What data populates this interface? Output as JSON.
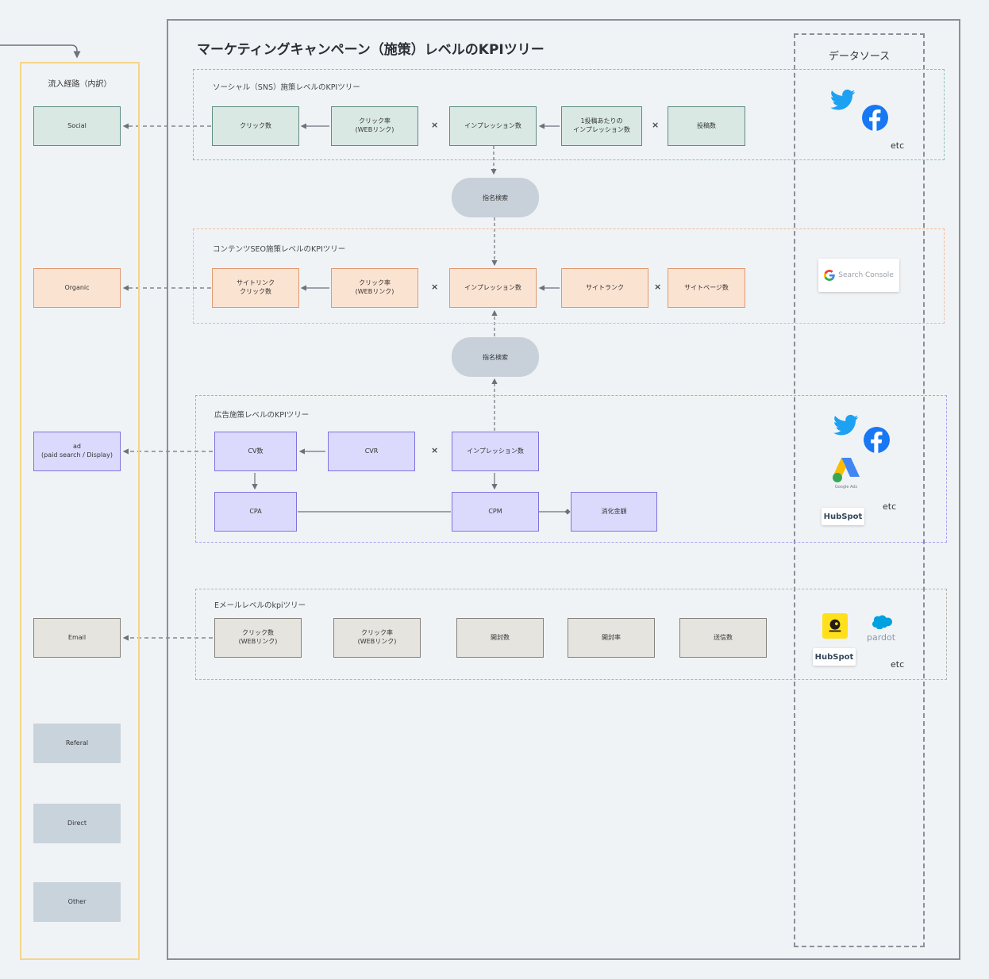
{
  "title": "マーケティングキャンペーン（施策）レベルのKPIツリー",
  "channels": {
    "title": "流入経路（内訳）",
    "social": "Social",
    "organic": "Organic",
    "ad": "ad\n(paid search / Display)",
    "email": "Email",
    "referal": "Referal",
    "direct": "Direct",
    "other": "Other"
  },
  "sources": {
    "title": "データソース",
    "etc": "etc",
    "search_console": "Search Console",
    "google_ads": "Google Ads",
    "hubspot": "HubSpot",
    "pardot": "pardot",
    "mailchimp": "mailchimp",
    "salesforce": "salesforce"
  },
  "social": {
    "label": "ソーシャル（SNS）施策レベルのKPIツリー",
    "clicks": "クリック数",
    "ctr": "クリック率\n(WEBリンク)",
    "impressions": "インプレッション数",
    "impr_per_post": "1投稿あたりの\nインプレッション数",
    "posts": "投稿数"
  },
  "brand_search_1": "指名検索",
  "brand_search_2": "指名検索",
  "seo": {
    "label": "コンテンツSEO施策レベルのKPIツリー",
    "site_clicks": "サイトリンク\nクリック数",
    "ctr": "クリック率\n(WEBリンク)",
    "impressions": "インプレッション数",
    "site_rank": "サイトランク",
    "pages": "サイトページ数"
  },
  "ad": {
    "label": "広告施策レベルのKPIツリー",
    "cv": "CV数",
    "cvr": "CVR",
    "impressions": "インプレッション数",
    "cpa": "CPA",
    "cpm": "CPM",
    "spend": "消化金額"
  },
  "mail": {
    "label": "Eメールレベルのkpiツリー",
    "clicks": "クリック数\n(WEBリンク)",
    "ctr": "クリック率\n(WEBリンク)",
    "opens": "開封数",
    "open_rate": "開封率",
    "sends": "送信数"
  },
  "times_symbol": "×",
  "colors": {
    "social": "#d9e8e3",
    "seo": "#fbe3d2",
    "ad": "#dcdafc",
    "mail": "#e6e4df",
    "twitter": "#1da1f2",
    "facebook": "#1877f2"
  }
}
